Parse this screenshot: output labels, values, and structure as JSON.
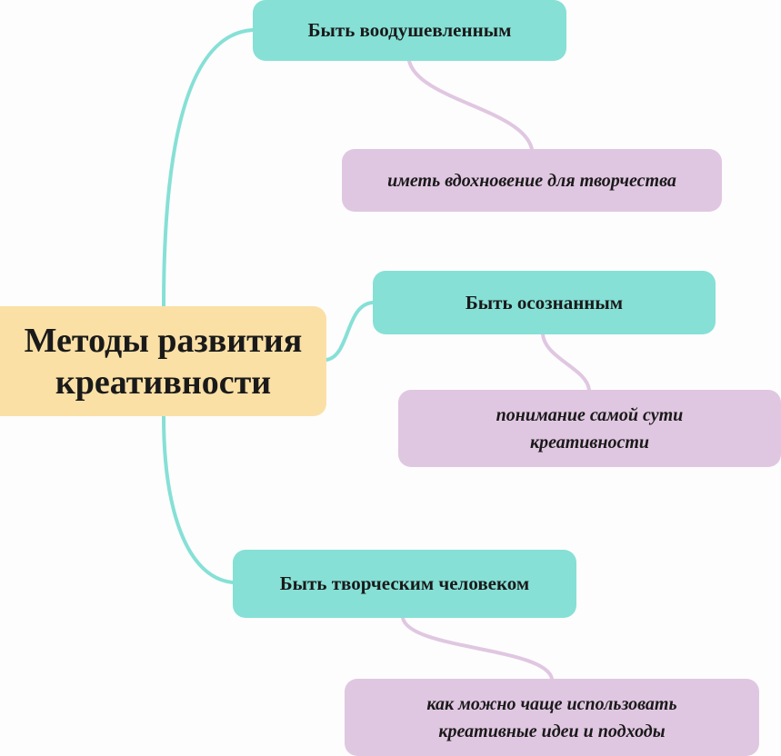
{
  "diagram": {
    "root": {
      "label": "Методы развития креативности"
    },
    "branches": [
      {
        "label": "Быть воодушевленным",
        "detail": "иметь вдохновение для творчества"
      },
      {
        "label": "Быть осознанным",
        "detail": "понимание самой сути креативности"
      },
      {
        "label": "Быть творческим человеком",
        "detail": "как можно чаще использовать креативные идеи и подходы"
      }
    ]
  },
  "colors": {
    "root_fill": "#fbe0a6",
    "branch_fill": "#86e0d6",
    "leaf_fill": "#e0c7e1",
    "branch_link": "#86e0d6",
    "leaf_link": "#e0c7e1"
  }
}
